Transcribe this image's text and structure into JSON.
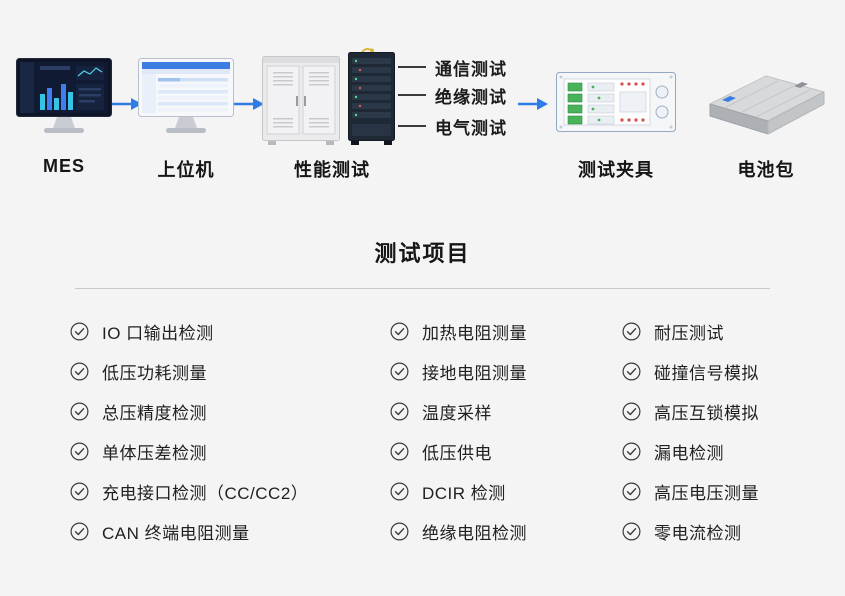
{
  "flow": {
    "nodes": [
      {
        "label": "MES"
      },
      {
        "label": "上位机"
      },
      {
        "label": "性能测试"
      },
      {
        "label": "测试夹具"
      },
      {
        "label": "电池包"
      }
    ],
    "branch_tests": [
      "通信测试",
      "绝缘测试",
      "电气测试"
    ]
  },
  "section": {
    "title": "测试项目"
  },
  "test_items": {
    "col1": [
      "IO 口输出检测",
      "低压功耗测量",
      "总压精度检测",
      "单体压差检测",
      "充电接口检测（CC/CC2）",
      "CAN 终端电阻测量"
    ],
    "col2": [
      "加热电阻测量",
      "接地电阻测量",
      "温度采样",
      "低压供电",
      "DCIR 检测",
      "绝缘电阻检测"
    ],
    "col3": [
      "耐压测试",
      "碰撞信号模拟",
      "高压互锁模拟",
      "漏电检测",
      "高压电压测量",
      "零电流检测"
    ]
  },
  "colors": {
    "accent_blue": "#2e7ce4",
    "line_dark": "#3a3a3a",
    "background": "#f4f4f5",
    "text": "#1f1f1f"
  }
}
